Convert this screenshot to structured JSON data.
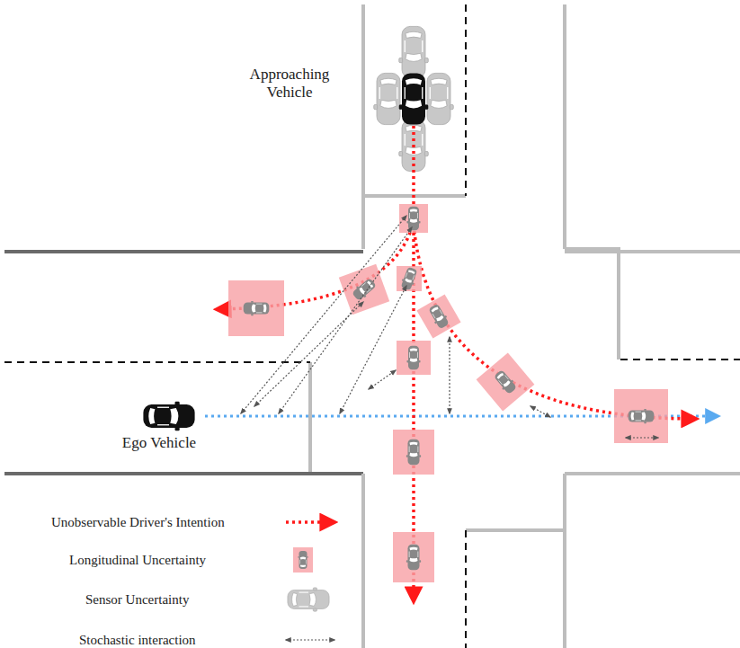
{
  "diagram": {
    "labels": [
      "Approaching Vehicle",
      "Ego Vehicle"
    ],
    "legend": [
      {
        "text": "Unobservable Driver's Intention"
      },
      {
        "text": "Longitudinal Uncertainty"
      },
      {
        "text": "Sensor Uncertainty"
      },
      {
        "text": "Stochastic interaction"
      }
    ]
  }
}
